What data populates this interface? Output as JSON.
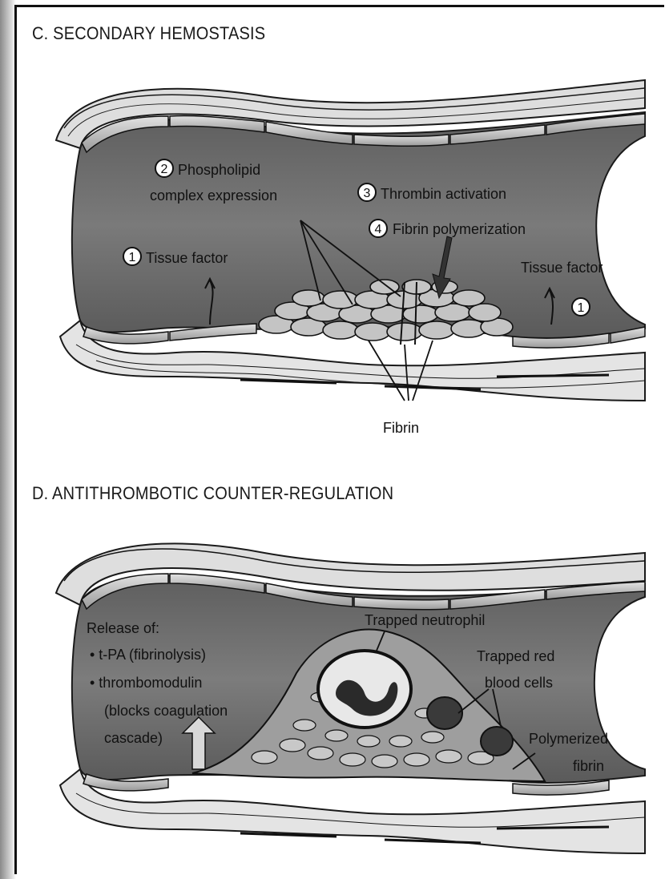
{
  "panel_c": {
    "title": "C. SECONDARY HEMOSTASIS",
    "labels": {
      "step2_line1": "Phospholipid",
      "step2_line2": "complex expression",
      "step3": "Thrombin activation",
      "step4": "Fibrin polymerization",
      "step1_left": "Tissue factor",
      "step1_right": "Tissue factor",
      "fibrin": "Fibrin"
    },
    "badges": {
      "one": "1",
      "two": "2",
      "three": "3",
      "four": "4",
      "one_right": "1"
    }
  },
  "panel_d": {
    "title": "D. ANTITHROMBOTIC COUNTER-REGULATION",
    "labels": {
      "release": "Release of:",
      "tpa": "• t-PA (fibrinolysis)",
      "thrombomodulin": "• thrombomodulin",
      "blocks1": "(blocks coagulation",
      "blocks2": "cascade)",
      "neutrophil": "Trapped neutrophil",
      "rbc1": "Trapped red",
      "rbc2": "blood cells",
      "poly1": "Polymerized",
      "poly2": "fibrin"
    }
  },
  "colors": {
    "lumen": "#6b6b6b",
    "wall": "#d4d4d4",
    "platelet": "#bdbdbd",
    "outline": "#1a1a1a"
  }
}
